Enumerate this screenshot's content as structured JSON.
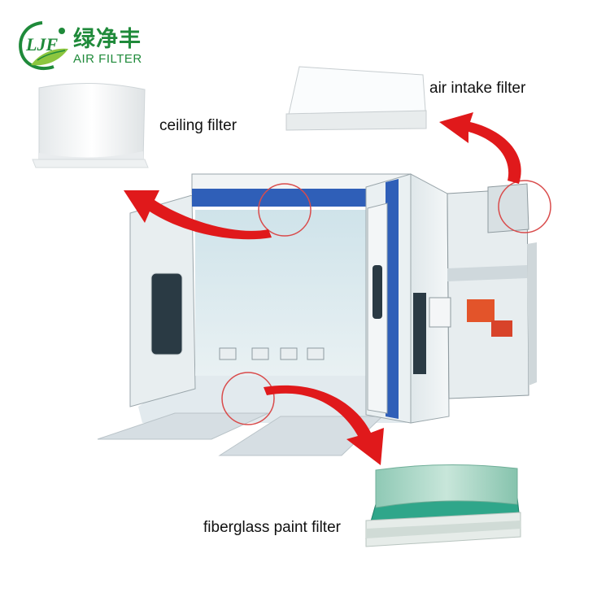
{
  "logo": {
    "mark": "LJF",
    "cn": "绿净丰",
    "en": "AIR FILTER",
    "color": "#1f8a3a"
  },
  "labels": {
    "ceiling": "ceiling filter",
    "intake": "air intake filter",
    "fiberglass": "fiberglass paint filter"
  },
  "colors": {
    "arrow": "#e0191b",
    "booth_blue": "#2f5fb8",
    "fiberglass_green": "#2fa68a",
    "callout_circle": "#d94b4b"
  },
  "icons": {
    "logo": "ljf-leaf-logo",
    "arrows": "curved-red-arrow"
  }
}
